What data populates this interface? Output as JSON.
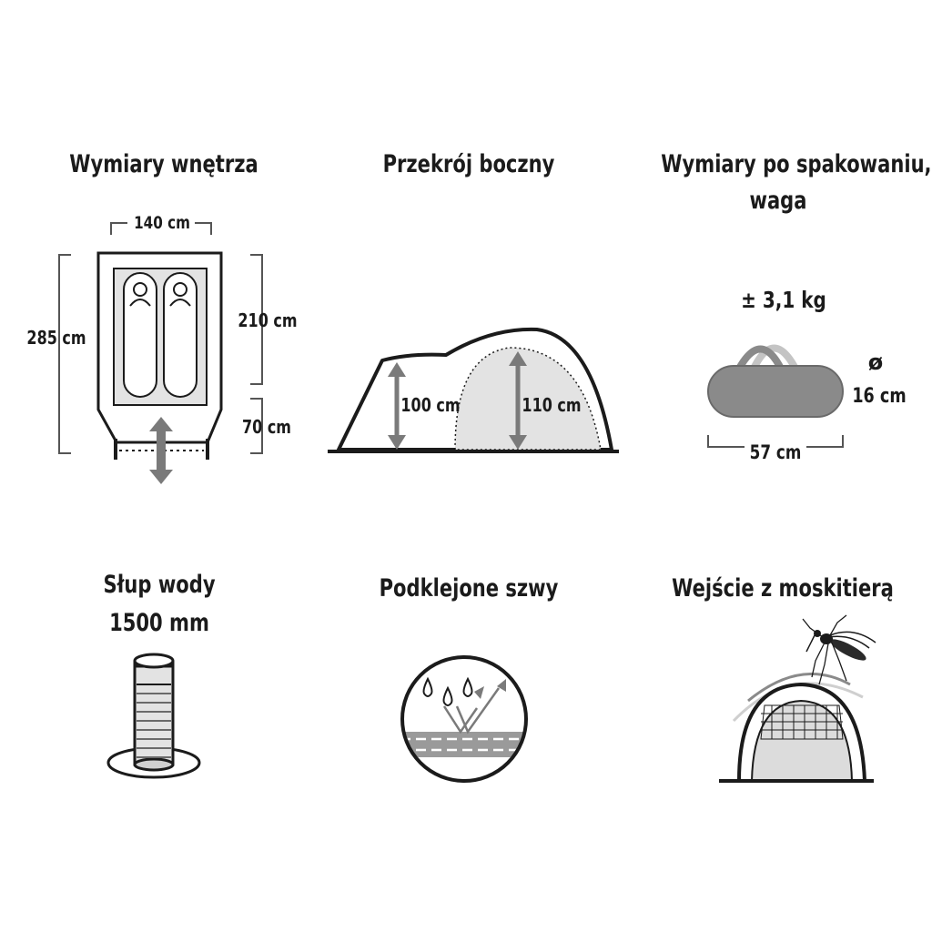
{
  "panels": {
    "interior": {
      "title": "Wymiary wnętrza",
      "width": "140 cm",
      "length_total": "285 cm",
      "length_inner": "210 cm",
      "vestibule": "70 cm"
    },
    "section": {
      "title": "Przekrój boczny",
      "height_low": "100 cm",
      "height_high": "110 cm"
    },
    "packed": {
      "title_line1": "Wymiary po spakowaniu,",
      "title_line2": "waga",
      "weight": "± 3,1 kg",
      "diameter_symbol": "ø",
      "diameter": "16 cm",
      "length": "57 cm"
    },
    "water": {
      "title_line1": "Słup wody",
      "title_line2": "1500 mm"
    },
    "seams": {
      "title": "Podklejone szwy"
    },
    "mosquito": {
      "title": "Wejście z moskitierą"
    }
  },
  "colors": {
    "ink": "#1b1b1b",
    "grey": "#7a7a7a",
    "light_grey": "#dcdcdc",
    "panel_grey": "#e3e3e3"
  }
}
